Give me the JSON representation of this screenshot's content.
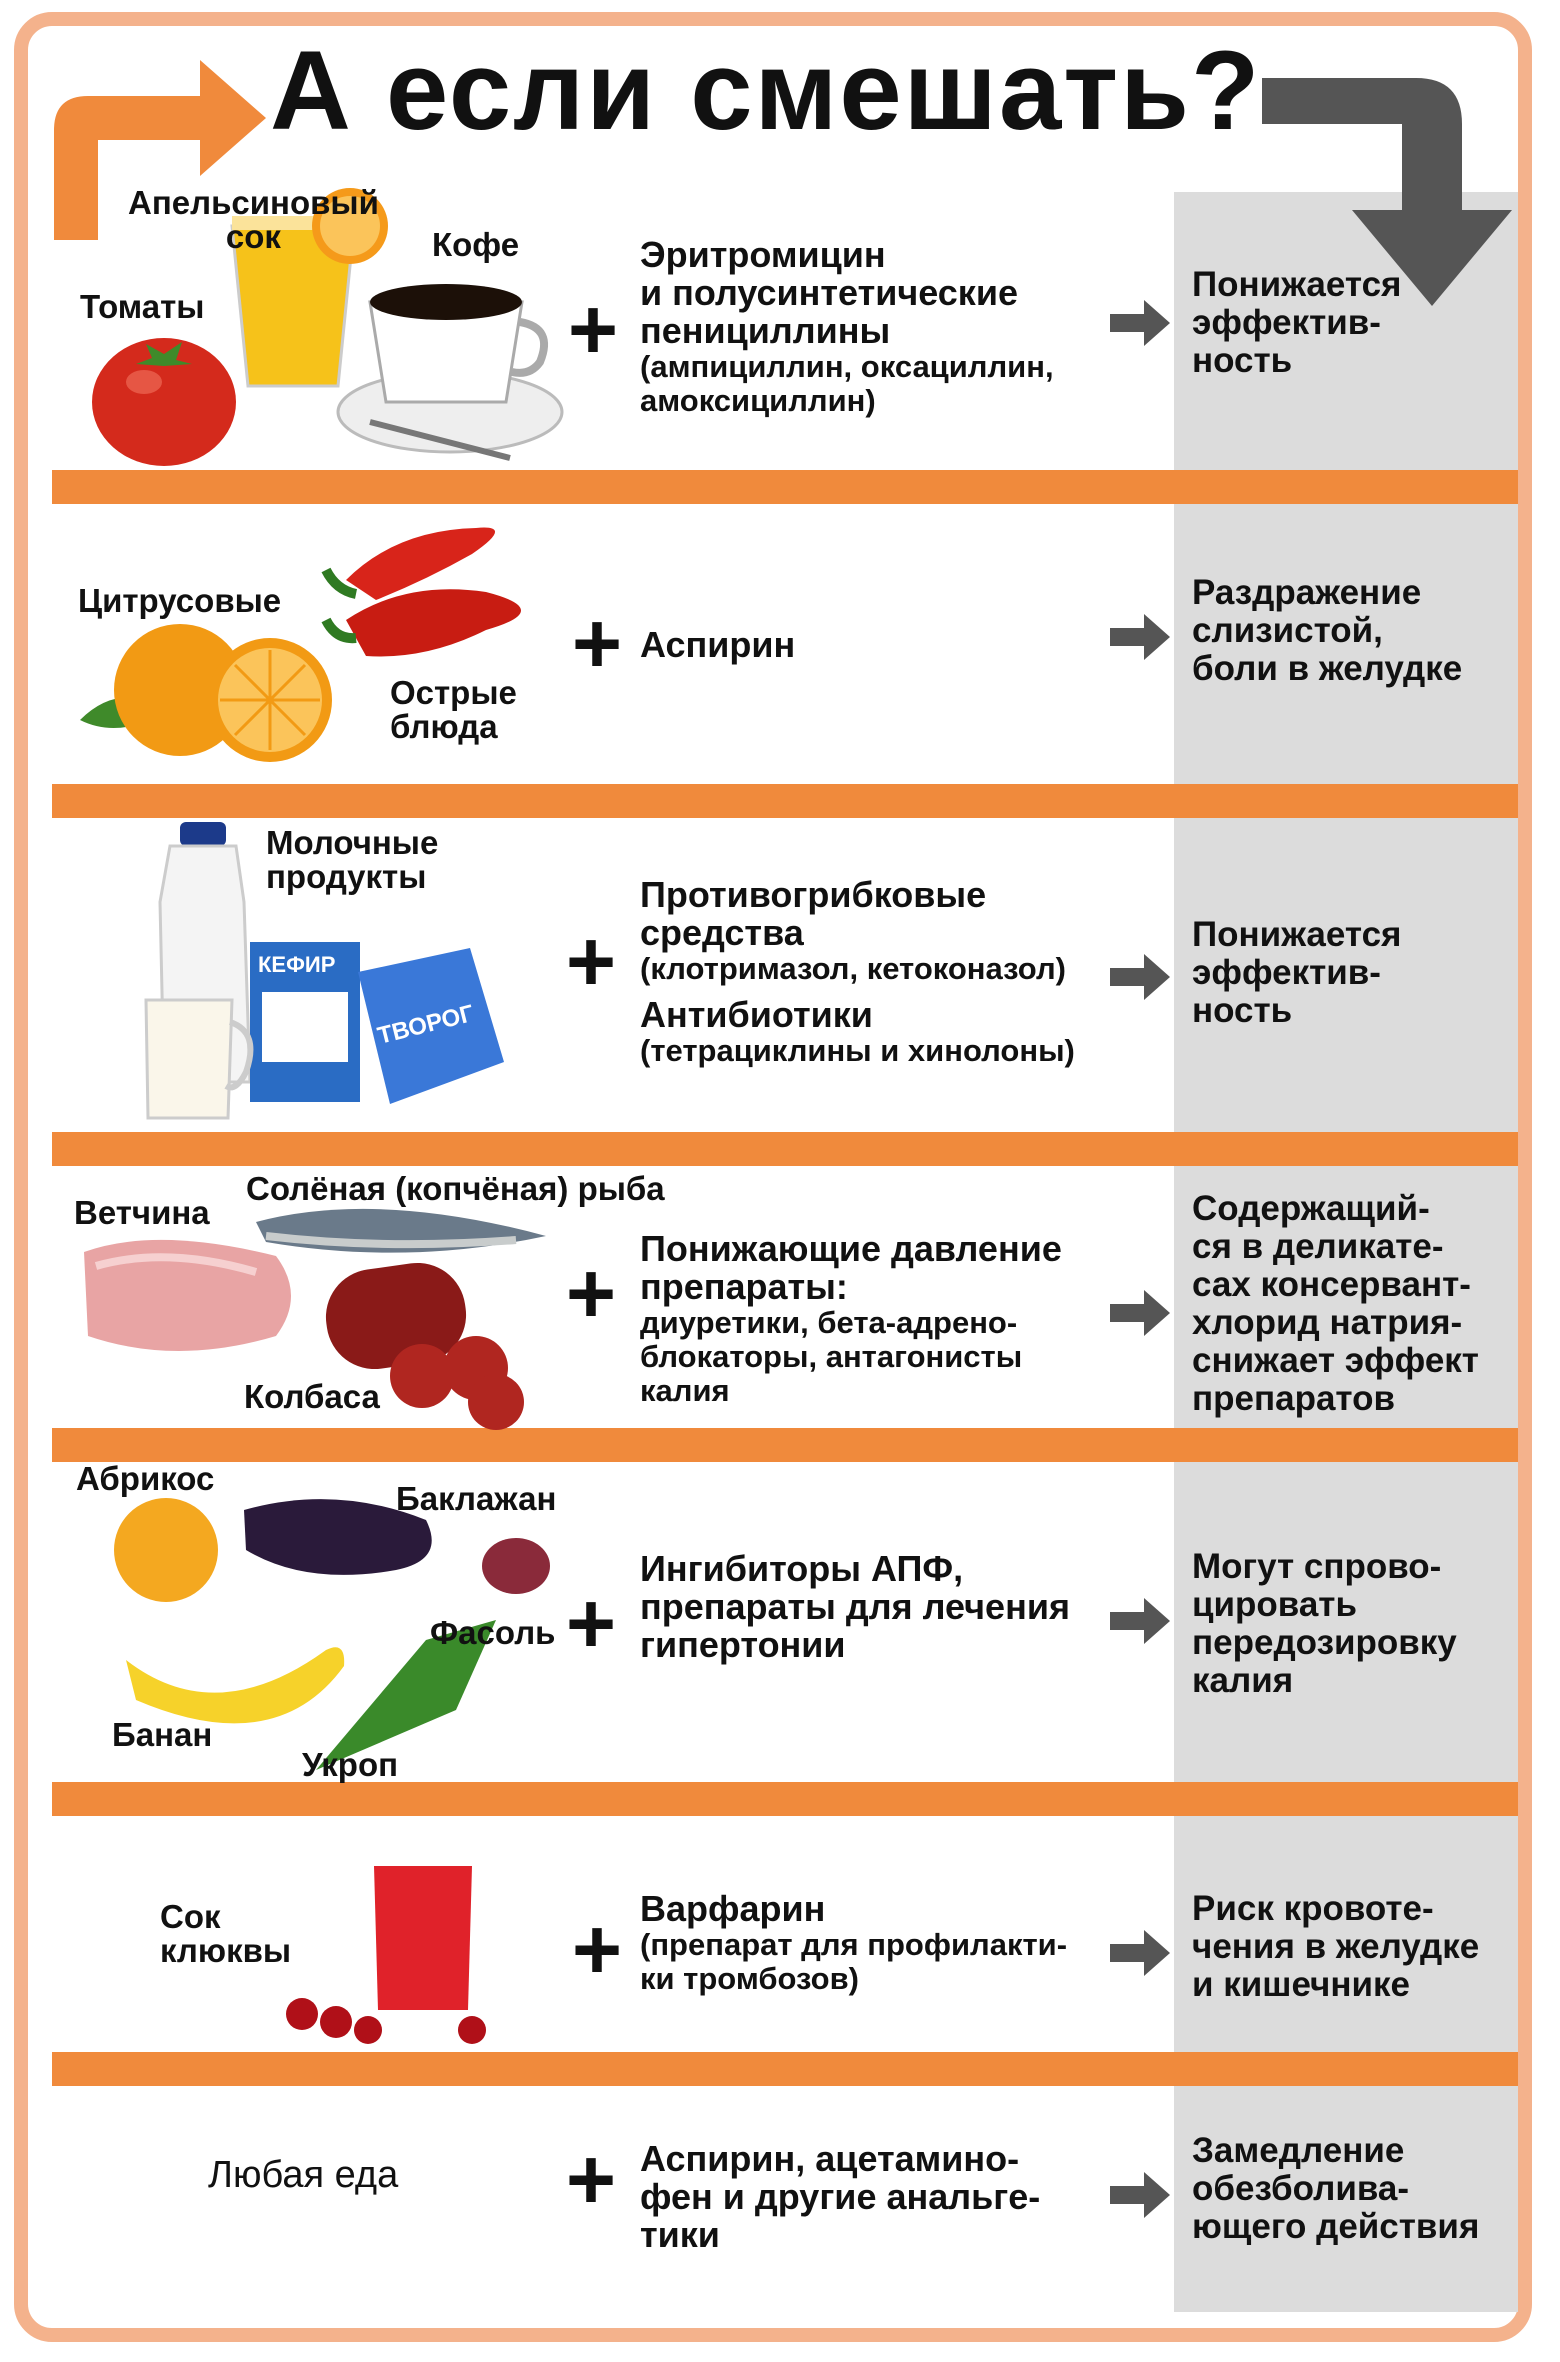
{
  "title": "А если смешать?",
  "colors": {
    "accent": "#f08a3c",
    "frame": "#f4b28c",
    "grey_column": "#dcdcdc",
    "arrow_grey": "#555555"
  },
  "rows": [
    {
      "foods": [
        "Апельсиновый\nсок",
        "Кофе",
        "Томаты"
      ],
      "drug_main": "Эритромицин\nи полусинтетические\nпенициллины",
      "drug_sub": "(ампициллин, оксациллин,\nамоксициллин)",
      "effect": "Понижается\nэффектив-\nность"
    },
    {
      "foods": [
        "Цитрусовые",
        "Острые\nблюда"
      ],
      "drug_main": "Аспирин",
      "effect": "Раздражение\nслизистой,\nболи в желудке"
    },
    {
      "foods": [
        "Молочные\nпродукты"
      ],
      "drug_main": "Противогрибковые\nсредства",
      "drug_sub": "(клотримазол, кетоконазол)",
      "drug_main2": "Антибиотики",
      "drug_sub2": "(тетрациклины и хинолоны)",
      "effect": "Понижается\nэффектив-\nность",
      "package_labels": [
        "КЕФИР",
        "ТВОРОГ"
      ]
    },
    {
      "foods": [
        "Ветчина",
        "Солёная (копчёная) рыба",
        "Колбаса"
      ],
      "drug_main": "Понижающие давление\nпрепараты:",
      "drug_sub": "диуретики, бета-адрено-\nблокаторы, антагонисты\nкалия",
      "effect": "Содержащий-\nся в деликате-\nсах консервант-\nхлорид натрия-\nснижает эффект\nпрепаратов"
    },
    {
      "foods": [
        "Абрикос",
        "Баклажан",
        "Фасоль",
        "Банан",
        "Укроп"
      ],
      "drug_main": "Ингибиторы АПФ,\nпрепараты для лечения\nгипертонии",
      "effect": "Могут спрово-\nцировать\nпередозировку\nкалия"
    },
    {
      "foods": [
        "Сок\nклюквы"
      ],
      "drug_main": "Варфарин",
      "drug_sub": "(препарат для профилакти-\nки тромбозов)",
      "effect": "Риск кровоте-\nчения в желудке\nи кишечнике"
    },
    {
      "foods": [
        "Любая еда"
      ],
      "drug_main": "Аспирин, ацетамино-\nфен и другие анальге-\nтики",
      "effect": "Замедление\nобезболива-\nющего действия"
    }
  ],
  "plus_sign": "+"
}
